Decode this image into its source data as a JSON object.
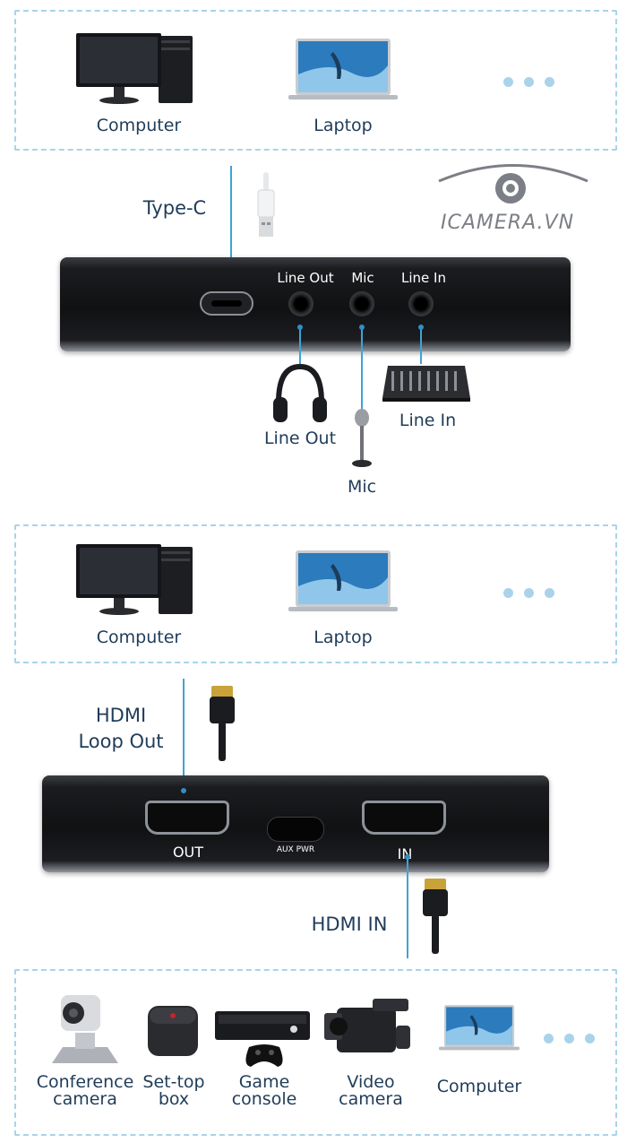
{
  "top_section": {
    "computer_label": "Computer",
    "laptop_label": "Laptop",
    "type_c_label": "Type-C",
    "ports": {
      "line_out": "Line Out",
      "mic": "Mic",
      "line_in": "Line In"
    },
    "accessories": {
      "line_out": "Line Out",
      "mic": "Mic",
      "line_in": "Line In"
    }
  },
  "watermark": {
    "text": "ICAMERA.VN"
  },
  "middle_section": {
    "computer_label": "Computer",
    "laptop_label": "Laptop",
    "hdmi_loop_label_line1": "HDMI",
    "hdmi_loop_label_line2": "Loop Out",
    "out_label": "OUT",
    "aux_label": "AUX PWR",
    "in_label": "IN",
    "hdmi_in_label": "HDMI IN"
  },
  "bottom_section": {
    "sources": [
      {
        "line1": "Conference",
        "line2": "camera"
      },
      {
        "line1": "Set-top",
        "line2": "box"
      },
      {
        "line1": "Game",
        "line2": "console"
      },
      {
        "line1": "Video",
        "line2": "camera"
      },
      {
        "line1": "Computer",
        "line2": ""
      }
    ]
  },
  "colors": {
    "label": "#1f3c59",
    "line": "#3fa3d6",
    "dash": "#a9d3ea"
  }
}
